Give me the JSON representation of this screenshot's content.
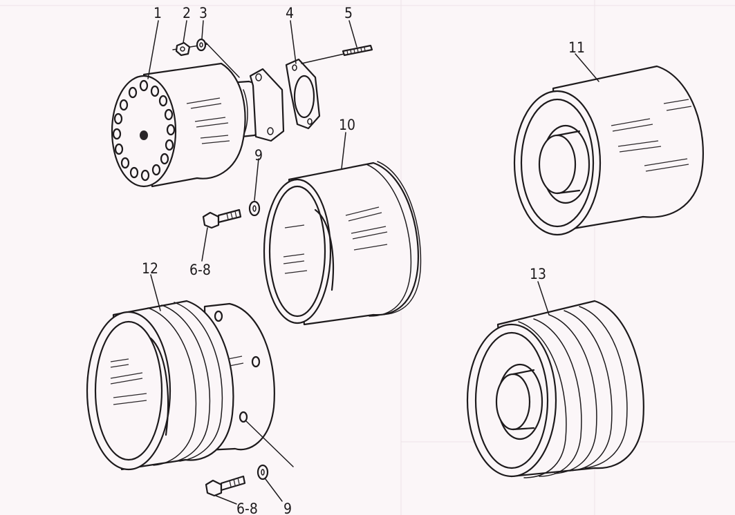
{
  "labels": {
    "n1": "1",
    "n2": "2",
    "n3": "3",
    "n4": "4",
    "n5": "5",
    "n6_8_top": "6-8",
    "n9_top": "9",
    "n10": "10",
    "n11": "11",
    "n12": "12",
    "n13": "13",
    "n6_8_bottom": "6-8",
    "n9_bottom": "9"
  },
  "colors": {
    "ink": "#1d1a1c",
    "paper": "#fbf6f8"
  }
}
